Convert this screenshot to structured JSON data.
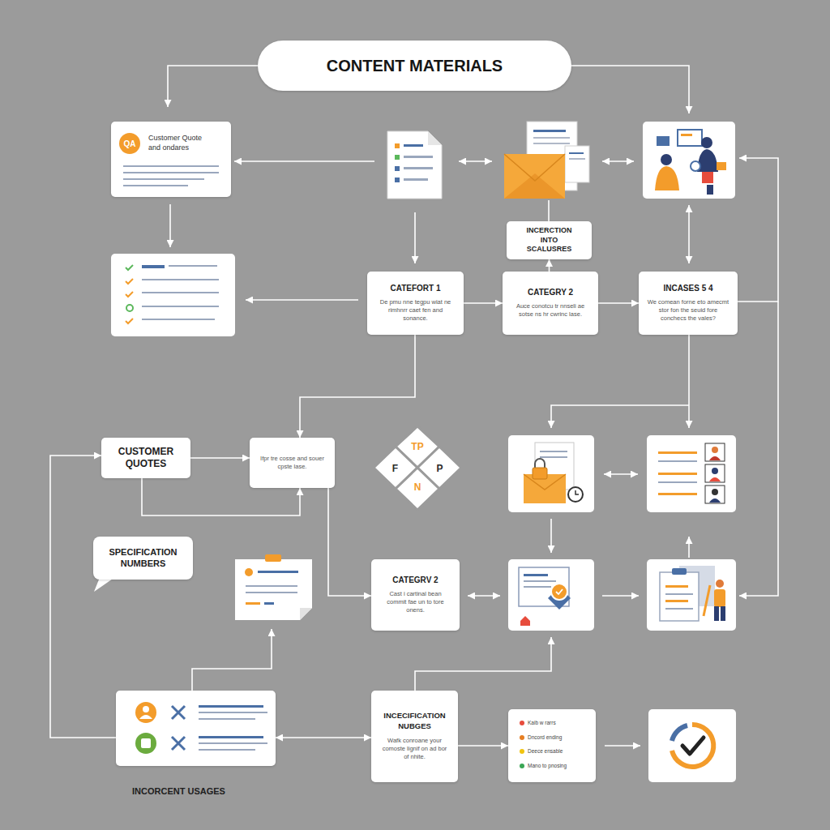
{
  "diagram": {
    "title": "CONTENT MATERIALS",
    "nodes": [
      {
        "text": [
          "QA",
          "Customer Quote and ondares"
        ]
      },
      {
        "text": [
          "INCERCTION INTO SCALUSRES"
        ]
      },
      {
        "text": [
          "CATEFORT 1",
          "De pmu nne tegpu wiat ne rimhnrr caet fen and sonance."
        ]
      },
      {
        "text": [
          "CATEGRY 2",
          "Auce conotcu tr nnseli ae sotse ns hr cwrinc lase."
        ]
      },
      {
        "text": [
          "INCASES 5 4",
          "We comean forne eto amecmt stor fon the seuid fore conchecs the vales?"
        ]
      },
      {
        "text": [
          "CUSTOMER QUOTES"
        ]
      },
      {
        "text": [
          "Ifpr tre cosse and souer cpste lase."
        ]
      },
      {
        "text": [
          "TP",
          "F",
          "P",
          "N"
        ]
      },
      {
        "text": [
          "SPECIFICATION NUMBERS"
        ]
      },
      {
        "text": [
          "CATEGRV 2",
          "Cast i cartinal bean commit fae un to tore onens."
        ]
      },
      {
        "text": [
          "INCORCENT USAGES"
        ]
      },
      {
        "text": [
          "INCECIFICATION NUBGES",
          "Wafk conroane your comoste lignif on ad bor of nhite."
        ]
      },
      {
        "text": [
          "Kaib w rarrs",
          "Dncord ending",
          "Deece ensable",
          "Mano to pnosing"
        ]
      }
    ],
    "edges": [
      {
        "from": 2,
        "to": 3,
        "arrow": "to"
      },
      {
        "from": 3,
        "to": 4,
        "arrow": "to"
      },
      {
        "from": 3,
        "to": 1,
        "arrow": "to"
      },
      {
        "from": 5,
        "to": 6,
        "arrow": "to"
      },
      {
        "from": 2,
        "to": 6,
        "arrow": "to"
      },
      {
        "from": 5,
        "to": 6,
        "arrow": "to"
      },
      {
        "from": 6,
        "to": 9,
        "arrow": "to"
      },
      {
        "from": 10,
        "to": 11,
        "arrow": "both"
      },
      {
        "from": 11,
        "to": 12,
        "arrow": "to"
      },
      {
        "from": 10,
        "to": 5,
        "arrow": "to"
      }
    ]
  }
}
